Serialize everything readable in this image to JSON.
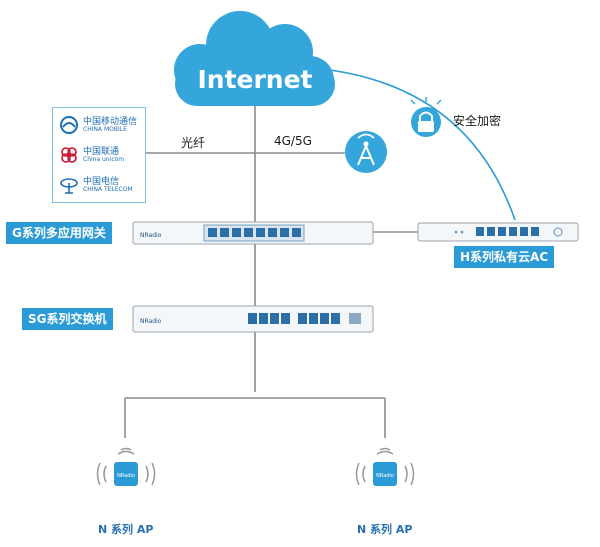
{
  "internet": {
    "label": "Internet"
  },
  "links": {
    "fiber": "光纤",
    "mobile": "4G/5G",
    "encryption": "安全加密"
  },
  "carriers": [
    {
      "cn": "中国移动通信",
      "en": "CHINA MOBILE",
      "icon": "china-mobile-logo"
    },
    {
      "cn": "中国联通",
      "en": "China unicom",
      "icon": "china-unicom-logo"
    },
    {
      "cn": "中国电信",
      "en": "CHINA TELECOM",
      "icon": "china-telecom-logo"
    }
  ],
  "devices": {
    "gateway": {
      "label": "G系列多应用网关",
      "brand": "NRadio"
    },
    "controller": {
      "label": "H系列私有云AC"
    },
    "switch": {
      "label": "SG系列交换机",
      "brand": "NRadio"
    },
    "ap_left": {
      "label": "N 系列 AP",
      "brand": "NRadio"
    },
    "ap_right": {
      "label": "N 系列 AP",
      "brand": "NRadio"
    }
  },
  "colors": {
    "accent": "#2a9bd6",
    "line": "#8c8c8c",
    "cloud": "#35a6dc"
  }
}
